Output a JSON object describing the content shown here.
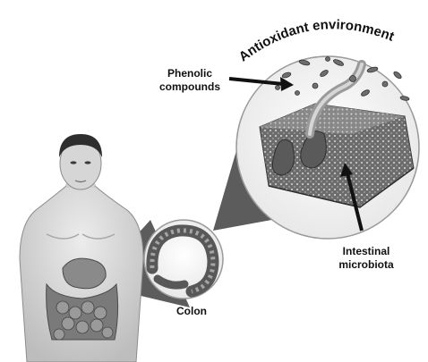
{
  "labels": {
    "title_arc": "Antioxidant environment",
    "phenolic_line1": "Phenolic",
    "phenolic_line2": "compounds",
    "microbiota_line1": "Intestinal",
    "microbiota_line2": "microbiota",
    "colon": "Colon"
  },
  "icons": [
    "human-torso-illustration",
    "colon-detail-illustration",
    "intestinal-villi-illustration",
    "bacteria-icon"
  ],
  "colors": {
    "ink": "#111111",
    "skin": "#d8d8d8",
    "intestine": "#7a7a7a",
    "zoom_beam": "#3f3f3f"
  }
}
